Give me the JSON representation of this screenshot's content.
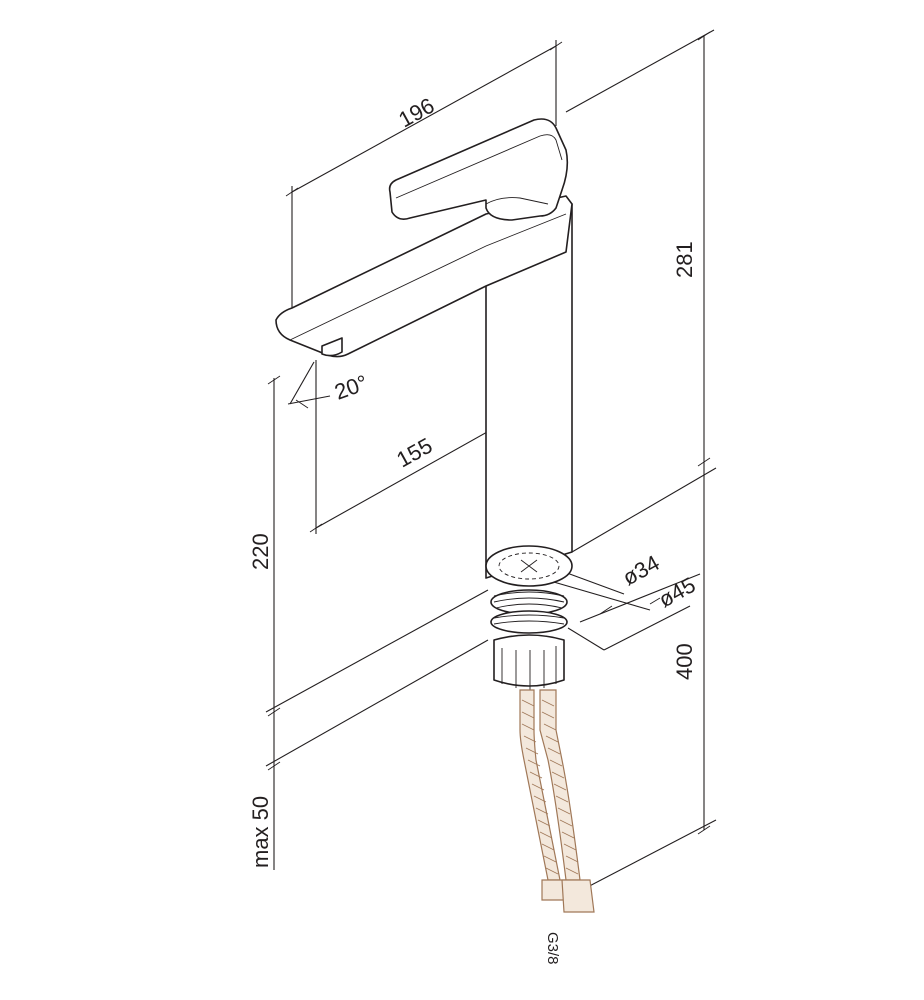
{
  "diagram": {
    "colors": {
      "line": "#231f20",
      "hose": "#a07858",
      "hose_fill": "#f3e8dc"
    },
    "dimensions": {
      "reach_total": "196",
      "height_total": "281",
      "spout_angle": "20°",
      "spout_reach": "155",
      "spout_height": "220",
      "diameter_small": "ø34",
      "diameter_large": "ø45",
      "hose_length": "400",
      "countertop_max": "max 50",
      "connection_thread": "G3/8"
    }
  }
}
